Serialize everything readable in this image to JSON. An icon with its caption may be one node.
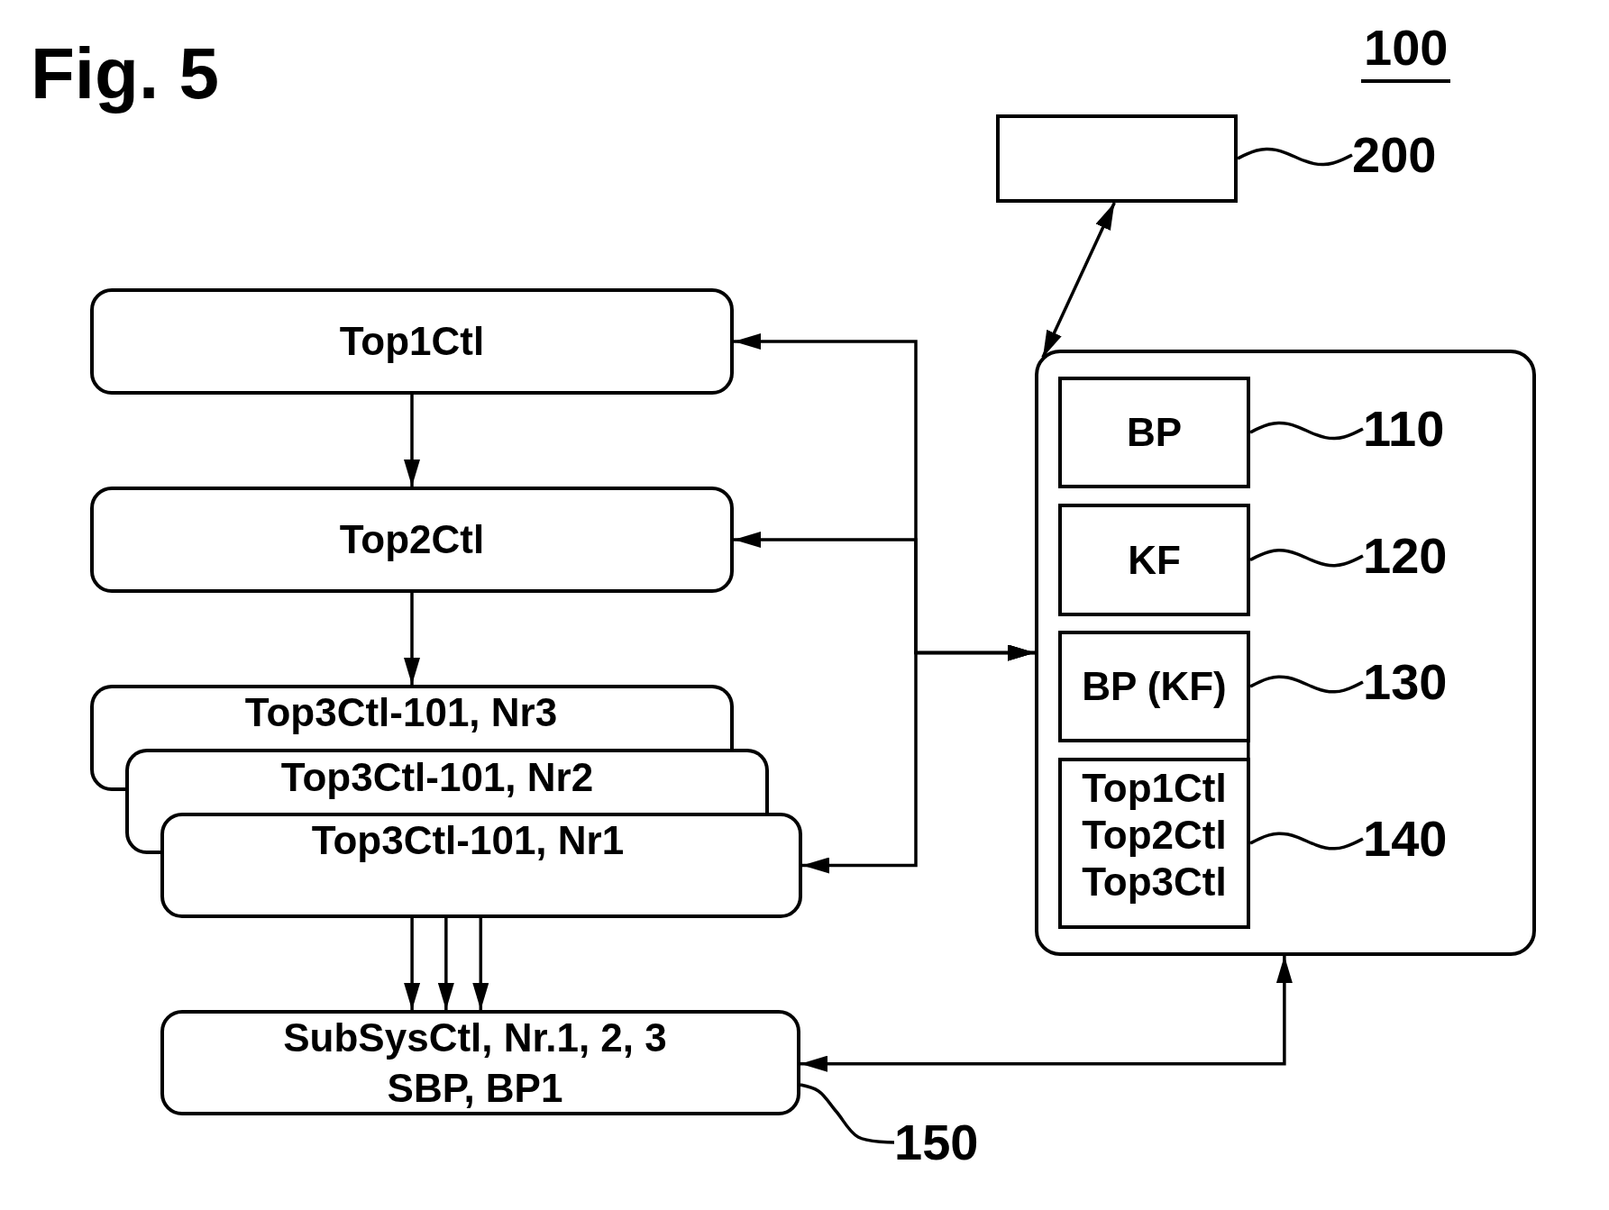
{
  "diagram": {
    "title": "Fig. 5",
    "nodes": [
      {
        "text": [],
        "shape": "box"
      },
      {
        "text": [
          "200"
        ]
      },
      {
        "text": [
          "Top1Ctl"
        ]
      },
      {
        "text": [
          "Top2Ctl"
        ]
      },
      {
        "text": [
          "Top3Ctl-101, Nr3"
        ]
      },
      {
        "text": [
          "Top3Ctl-101, Nr2"
        ]
      },
      {
        "text": [
          "Top3Ctl-101, Nr1"
        ]
      },
      {
        "text": [
          "SubSysCtl, Nr.1, 2, 3",
          "SBP, BP1"
        ]
      },
      {
        "text": [
          "150"
        ]
      },
      {
        "text": [],
        "shape": "box"
      },
      {
        "text": [
          "BP"
        ],
        "in": 9
      },
      {
        "text": [
          "110"
        ],
        "in": 9
      },
      {
        "text": [
          "KF"
        ],
        "in": 9
      },
      {
        "text": [
          "120"
        ],
        "in": 9
      },
      {
        "text": [
          "BP (KF)"
        ],
        "in": 9
      },
      {
        "text": [
          "130"
        ],
        "in": 9
      },
      {
        "text": [
          "Top1Ctl",
          "Top2Ctl",
          "Top3Ctl"
        ],
        "in": 9
      },
      {
        "text": [
          "140"
        ],
        "in": 9
      }
    ],
    "edges": [
      {
        "from": 0,
        "to": 9,
        "arrow": "both"
      },
      {
        "from": 1,
        "to": 0,
        "arrow": "none"
      },
      {
        "from": 2,
        "to": 3,
        "arrow": "to"
      },
      {
        "from": 3,
        "to": 4,
        "arrow": "to"
      },
      {
        "from": 9,
        "to": 2,
        "arrow": "both"
      },
      {
        "from": 9,
        "to": 3,
        "arrow": "both"
      },
      {
        "from": 9,
        "to": 6,
        "arrow": "both"
      },
      {
        "from": 6,
        "to": 7,
        "arrow": "to"
      },
      {
        "from": 6,
        "to": 7,
        "arrow": "to"
      },
      {
        "from": 6,
        "to": 7,
        "arrow": "to"
      },
      {
        "from": 9,
        "to": 7,
        "arrow": "both"
      },
      {
        "from": 8,
        "to": 7,
        "arrow": "none"
      },
      {
        "from": 11,
        "to": 10,
        "arrow": "none"
      },
      {
        "from": 13,
        "to": 12,
        "arrow": "none"
      },
      {
        "from": 15,
        "to": 14,
        "arrow": "none"
      },
      {
        "from": 17,
        "to": 16,
        "arrow": "none"
      },
      {
        "from": 14,
        "to": 16,
        "arrow": "none"
      }
    ],
    "labels": [
      "100"
    ]
  }
}
